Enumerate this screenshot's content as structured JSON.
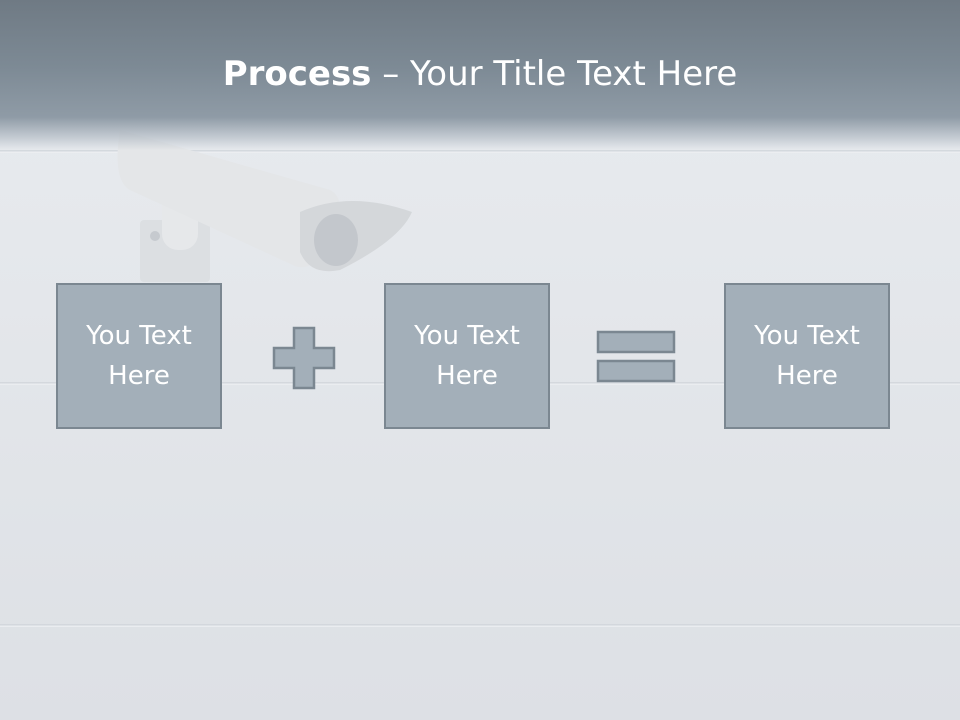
{
  "title": {
    "bold": "Process",
    "rest": " – Your Title Text Here"
  },
  "boxes": [
    {
      "text": "You Text Here"
    },
    {
      "text": "You Text Here"
    },
    {
      "text": "You Text Here"
    }
  ],
  "operators": [
    "plus",
    "equals"
  ],
  "colors": {
    "header": "#7d8a95",
    "box_fill": "#a3afb9",
    "box_border": "#7b8791",
    "text": "#ffffff",
    "background": "#e3e6ea"
  }
}
